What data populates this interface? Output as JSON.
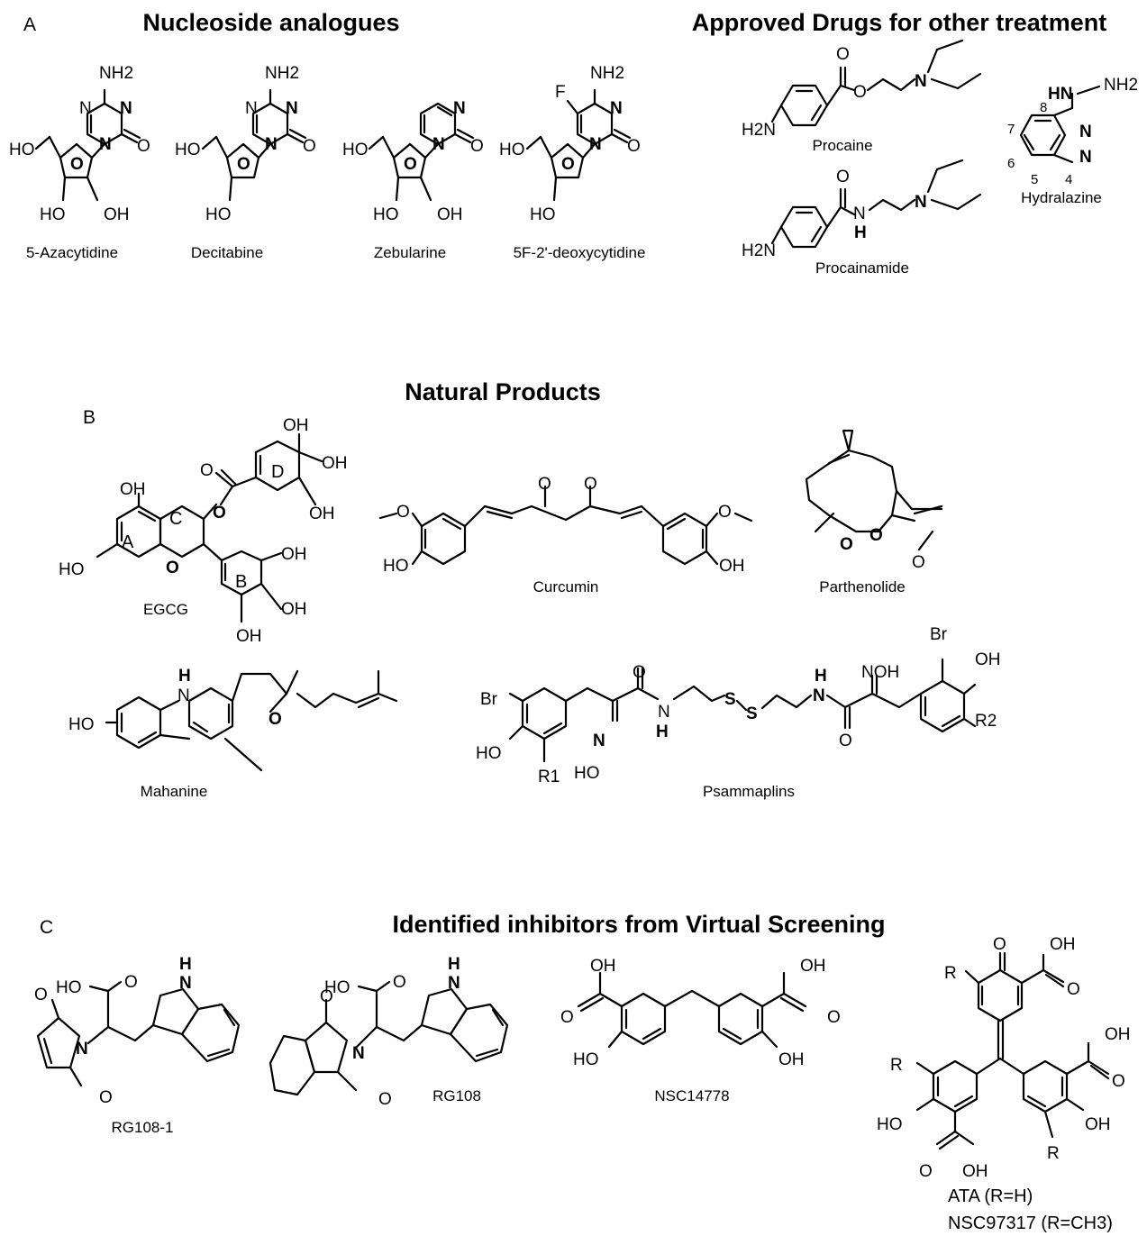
{
  "panels": {
    "a": {
      "letter": "A",
      "title_left": "Nucleoside analogues",
      "title_right": "Approved Drugs for other treatment"
    },
    "b": {
      "letter": "B",
      "title": "Natural Products"
    },
    "c": {
      "letter": "C",
      "title": "Identified inhibitors from Virtual Screening"
    }
  },
  "compounds": {
    "azacytidine": "5-Azacytidine",
    "decitabine": "Decitabine",
    "zebularine": "Zebularine",
    "fdc": "5F-2'-deoxycytidine",
    "procaine": "Procaine",
    "procainamide": "Procainamide",
    "hydralazine": "Hydralazine",
    "egcg": "EGCG",
    "curcumin": "Curcumin",
    "parthenolide": "Parthenolide",
    "mahanine": "Mahanine",
    "psammaplins": "Psammaplins",
    "rg108_1": "RG108-1",
    "rg108": "RG108",
    "nsc14778": "NSC14778",
    "ata": "ATA (R=H)",
    "nsc97317": "NSC97317 (R=CH3)"
  },
  "atoms": {
    "nh2": "NH2",
    "n": "N",
    "o": "O",
    "ho": "HO",
    "oh": "OH",
    "f": "F",
    "h2n": "H2N",
    "h": "H",
    "hn": "HN",
    "s": "S",
    "br": "Br",
    "r": "R",
    "r1": "R1",
    "r2": "R2",
    "noh": "NOH",
    "ring_a": "A",
    "ring_b": "B",
    "ring_c": "C",
    "ring_d": "D",
    "pos4": "4",
    "pos5": "5",
    "pos6": "6",
    "pos7": "7",
    "pos8": "8"
  }
}
